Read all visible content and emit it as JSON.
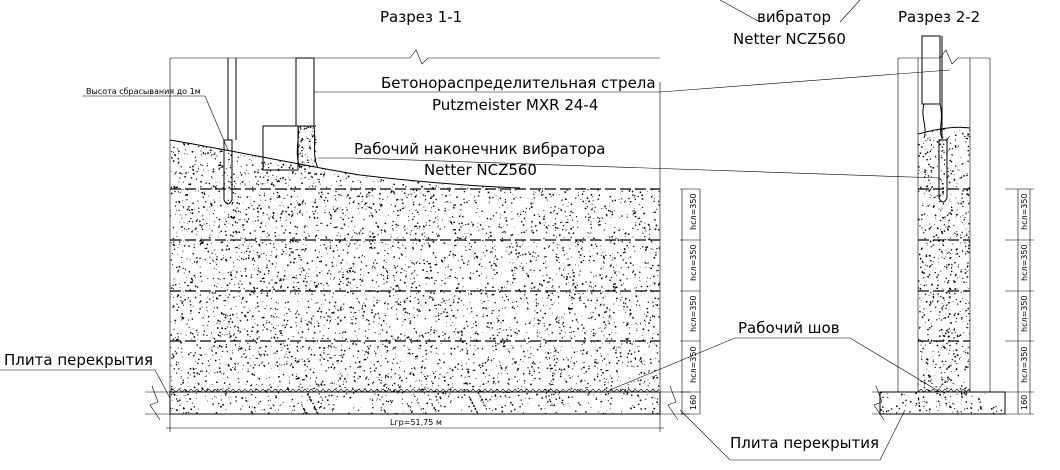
{
  "labels": {
    "section_1": "Разрез 1-1",
    "section_2": "Разрез 2-2",
    "vibrator_top_word": "вибратор",
    "vibrator_top_model": "Netter NCZ560",
    "boom_line1": "Бетонораспределительная стрела",
    "boom_line2": "Putzmeister MXR 24-4",
    "drop_height": "Высота сбрасывания до 1м",
    "tip_line1": "Рабочий наконечник вибратора",
    "tip_line2": "Netter NCZ560",
    "joint": "Рабочий шов",
    "slab_left": "Плита перекрытия",
    "slab_bottom": "Плита перекрытия",
    "length_dim": "Lгр=51,75 м"
  },
  "dimensions": {
    "layer_left": [
      "hсл=350",
      "hсл=350",
      "hсл=350",
      "hсл=350"
    ],
    "layer_right": [
      "hсл=350",
      "hсл=350",
      "hсл=350",
      "hсл=350"
    ],
    "slab_left": "160",
    "slab_right": "160"
  }
}
